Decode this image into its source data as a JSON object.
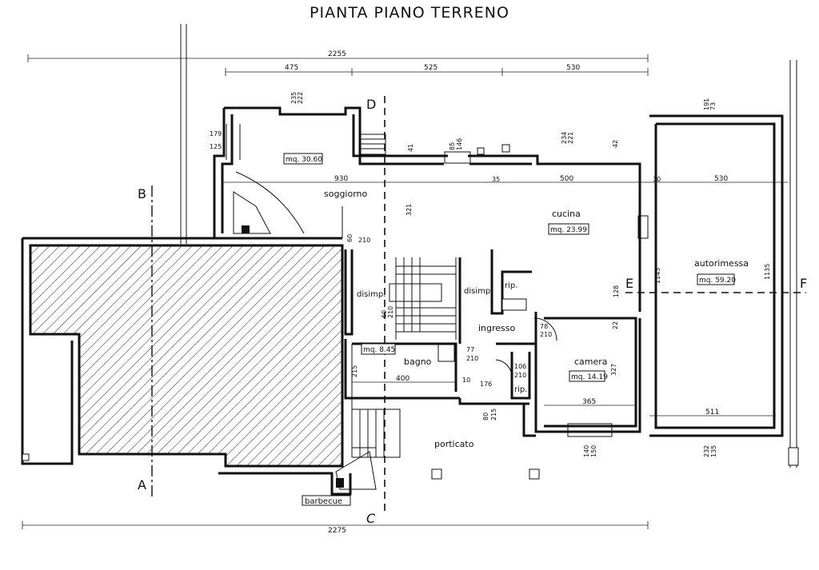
{
  "title": "PIANTA PIANO TERRENO",
  "dimensions": {
    "overall_top": "2255",
    "top_segments": [
      "475",
      "525",
      "530"
    ],
    "overall_bottom": "2275",
    "interior": [
      "930",
      "500",
      "530"
    ]
  },
  "rooms": {
    "soggiorno": {
      "name": "soggiorno",
      "area": "mq. 30.60"
    },
    "cucina": {
      "name": "cucina",
      "area": "mq. 23.99"
    },
    "autorimessa": {
      "name": "autorimessa",
      "area": "mq. 59.20"
    },
    "camera": {
      "name": "camera",
      "area": "mq. 14.19"
    },
    "bagno": {
      "name": "bagno",
      "area": "mq. 8.45"
    },
    "ingresso": {
      "name": "ingresso"
    },
    "disimp_left": {
      "name": "disimp."
    },
    "disimp_right": {
      "name": "disimp."
    },
    "rip_top": {
      "name": "rip."
    },
    "rip_bottom": {
      "name": "rip."
    },
    "porticato": {
      "name": "porticato"
    },
    "barbecue": {
      "name": "barbecue"
    }
  },
  "sections": {
    "A": "A",
    "B": "B",
    "C": "C",
    "D": "D",
    "E": "E",
    "F": "F"
  },
  "annotations": {
    "a235": "235",
    "a222": "222",
    "a179": "179",
    "a125": "125",
    "a85": "85",
    "a146": "146",
    "a41": "41",
    "a234": "234",
    "a221": "221",
    "a42": "42",
    "a191": "191",
    "a73": "73",
    "a35": "35",
    "a30": "30",
    "a321": "321",
    "a1145": "1145",
    "a1135": "1135",
    "a128": "128",
    "a60": "60",
    "a210": "210",
    "a78": "78",
    "a210b": "210",
    "a77": "77",
    "a210c": "210",
    "a106": "106",
    "a210d": "210",
    "a215": "215",
    "a400": "400",
    "a10": "10",
    "a176": "176",
    "a80": "80",
    "a215b": "215",
    "a365": "365",
    "a327": "327",
    "a22": "22",
    "a140": "140",
    "a150": "150",
    "a511": "511",
    "a232": "232",
    "a135": "135",
    "a60b": "60",
    "a210e": "210"
  }
}
